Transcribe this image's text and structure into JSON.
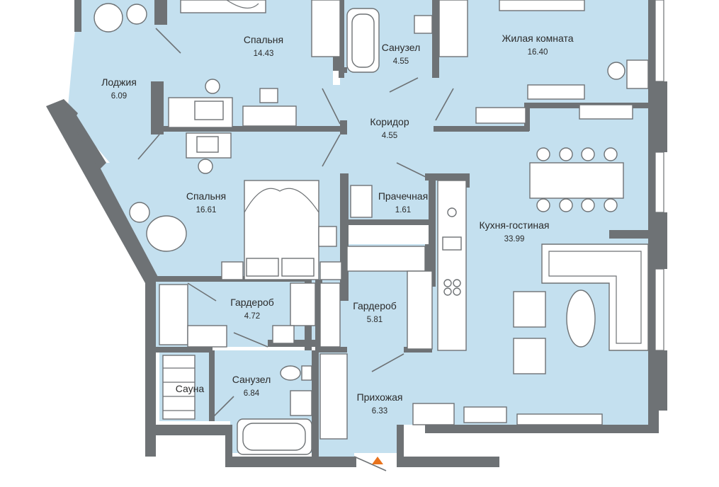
{
  "rooms": [
    {
      "id": "bedroom-1",
      "name": "Спальня",
      "area": "14.43"
    },
    {
      "id": "bathroom-1",
      "name": "Санузел",
      "area": "4.55"
    },
    {
      "id": "living-room",
      "name": "Жилая комната",
      "area": "16.40"
    },
    {
      "id": "loggia",
      "name": "Лоджия",
      "area": "6.09"
    },
    {
      "id": "corridor",
      "name": "Коридор",
      "area": "4.55"
    },
    {
      "id": "bedroom-2",
      "name": "Спальня",
      "area": "16.61"
    },
    {
      "id": "laundry",
      "name": "Прачечная",
      "area": "1.61"
    },
    {
      "id": "kitchen-living",
      "name": "Кухня-гостиная",
      "area": "33.99"
    },
    {
      "id": "wardrobe-1",
      "name": "Гардероб",
      "area": "4.72"
    },
    {
      "id": "wardrobe-2",
      "name": "Гардероб",
      "area": "5.81"
    },
    {
      "id": "sauna",
      "name": "Сауна",
      "area": ""
    },
    {
      "id": "bathroom-2",
      "name": "Санузел",
      "area": "6.84"
    },
    {
      "id": "hallway",
      "name": "Прихожая",
      "area": "6.33"
    }
  ],
  "colors": {
    "floor": "#c4e0ef",
    "wall": "#6e7275",
    "entrance_marker": "#e8731e"
  },
  "icons": [
    "entrance-arrow-icon"
  ]
}
